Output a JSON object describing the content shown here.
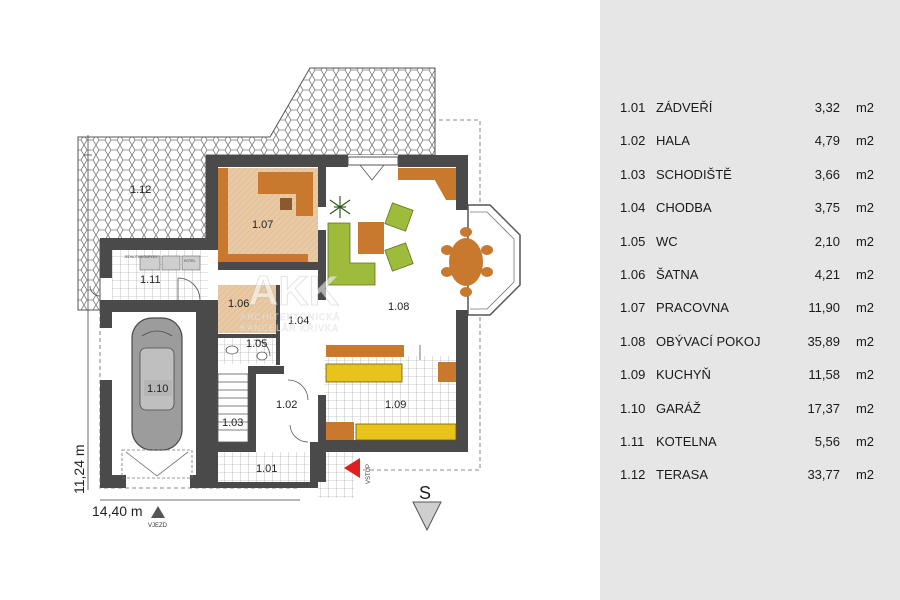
{
  "plan": {
    "dim_width": "14,40 m",
    "dim_depth": "11,24 m",
    "entry_label": "VSTUP",
    "garage_entry_label": "VJEZD",
    "orientation": "S",
    "watermark": {
      "logo": "AKK",
      "line1": "ARCHITEKTONICKÁ",
      "line2": "KANCELÁŘ KŘIVKA"
    },
    "boiler_labels": [
      "JEDNOTKA DUPLEX",
      "KOTEL"
    ],
    "room_labels": [
      "1.01",
      "1.02",
      "1.03",
      "1.04",
      "1.05",
      "1.06",
      "1.07",
      "1.08",
      "1.09",
      "1.10",
      "1.11",
      "1.12"
    ]
  },
  "rooms": [
    {
      "num": "1.01",
      "name": "ZÁDVEŘÍ",
      "area": "3,32",
      "unit": "m2"
    },
    {
      "num": "1.02",
      "name": "HALA",
      "area": "4,79",
      "unit": "m2"
    },
    {
      "num": "1.03",
      "name": "SCHODIŠTĚ",
      "area": "3,66",
      "unit": "m2"
    },
    {
      "num": "1.04",
      "name": "CHODBA",
      "area": "3,75",
      "unit": "m2"
    },
    {
      "num": "1.05",
      "name": "WC",
      "area": "2,10",
      "unit": "m2"
    },
    {
      "num": "1.06",
      "name": "ŠATNA",
      "area": "4,21",
      "unit": "m2"
    },
    {
      "num": "1.07",
      "name": "PRACOVNA",
      "area": "11,90",
      "unit": "m2"
    },
    {
      "num": "1.08",
      "name": "OBÝVACÍ POKOJ",
      "area": "35,89",
      "unit": "m2"
    },
    {
      "num": "1.09",
      "name": "KUCHYŇ",
      "area": "11,58",
      "unit": "m2"
    },
    {
      "num": "1.10",
      "name": "GARÁŽ",
      "area": "17,37",
      "unit": "m2"
    },
    {
      "num": "1.11",
      "name": "KOTELNA",
      "area": "5,56",
      "unit": "m2"
    },
    {
      "num": "1.12",
      "name": "TERASA",
      "area": "33,77",
      "unit": "m2"
    }
  ],
  "colors": {
    "wall": "#4a4a4a",
    "wood": "#c8792e",
    "wood_light": "#e9c9a4",
    "sofa_green": "#9ebb3b",
    "kitchen_yellow": "#e8c31c",
    "panel_bg": "#e6e6e6",
    "entry_arrow": "#e02020"
  }
}
